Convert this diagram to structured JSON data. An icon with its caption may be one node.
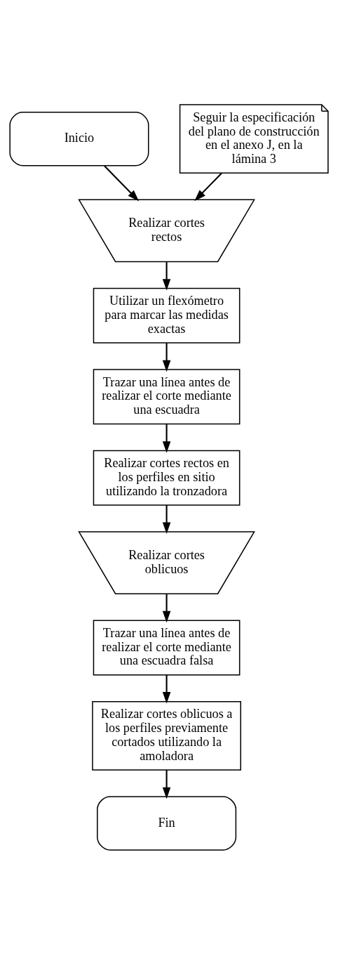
{
  "diagram": {
    "nodes": [
      {
        "text": [
          "Inicio"
        ]
      },
      {
        "text": [
          "Seguir la especificación del plano de construcción en el anexo J, en la lámina 3"
        ]
      },
      {
        "text": [
          "Realizar cortes rectos"
        ]
      },
      {
        "text": [
          "Utilizar un flexómetro para marcar las medidas exactas"
        ]
      },
      {
        "text": [
          "Trazar una línea antes de realizar el corte mediante una escuadra"
        ]
      },
      {
        "text": [
          "Realizar cortes rectos en los perfiles en sitio utilizando la tronzadora"
        ]
      },
      {
        "text": [
          "Realizar cortes oblicuos"
        ]
      },
      {
        "text": [
          "Trazar una línea antes de realizar el corte mediante una escuadra falsa"
        ]
      },
      {
        "text": [
          "Realizar cortes oblicuos a los perfiles previamente cortados utilizando la amoladora"
        ]
      },
      {
        "text": [
          "Fin"
        ]
      }
    ],
    "edges": [
      {
        "from": 0,
        "to": 2,
        "arrow": "to"
      },
      {
        "from": 1,
        "to": 2,
        "arrow": "to"
      },
      {
        "from": 2,
        "to": 3,
        "arrow": "to"
      },
      {
        "from": 3,
        "to": 4,
        "arrow": "to"
      },
      {
        "from": 4,
        "to": 5,
        "arrow": "to"
      },
      {
        "from": 5,
        "to": 6,
        "arrow": "to"
      },
      {
        "from": 6,
        "to": 7,
        "arrow": "to"
      },
      {
        "from": 7,
        "to": 8,
        "arrow": "to"
      },
      {
        "from": 8,
        "to": 9,
        "arrow": "to"
      }
    ]
  }
}
